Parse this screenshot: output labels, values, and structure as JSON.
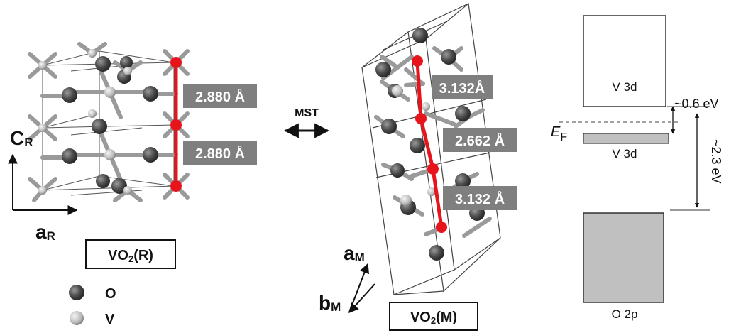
{
  "rutile": {
    "bond_labels": [
      "2.880 Å",
      "2.880 Å"
    ],
    "axis_c": "C",
    "axis_c_sub": "R",
    "axis_a": "a",
    "axis_a_sub": "R",
    "phase_label": "VO",
    "phase_sub": "2",
    "phase_suffix": "(R)"
  },
  "transition": {
    "label": "MST"
  },
  "monoclinic": {
    "bond_labels": [
      "3.132Å",
      "2.662 Å",
      "3.132 Å"
    ],
    "axis_a": "a",
    "axis_a_sub": "M",
    "axis_b": "b",
    "axis_b_sub": "M",
    "phase_label": "VO",
    "phase_sub": "2",
    "phase_suffix": "(M)"
  },
  "legend": {
    "items": [
      {
        "label": "O",
        "color": "#4a4a4a"
      },
      {
        "label": "V",
        "color": "#c8c8c8"
      }
    ]
  },
  "band_diagram": {
    "upper_band": "V 3d",
    "lower_v3d": "V 3d",
    "o2p": "O 2p",
    "fermi": "E",
    "fermi_sub": "F",
    "gap_small": "~0.6 eV",
    "gap_large": "~2.3 eV"
  },
  "colors": {
    "bond_red": "#e8141c",
    "oxygen": "#4a4a4a",
    "vanadium": "#c8c8c8",
    "label_bg": "#7f7f7f",
    "band_fill": "#c0c0c0"
  }
}
